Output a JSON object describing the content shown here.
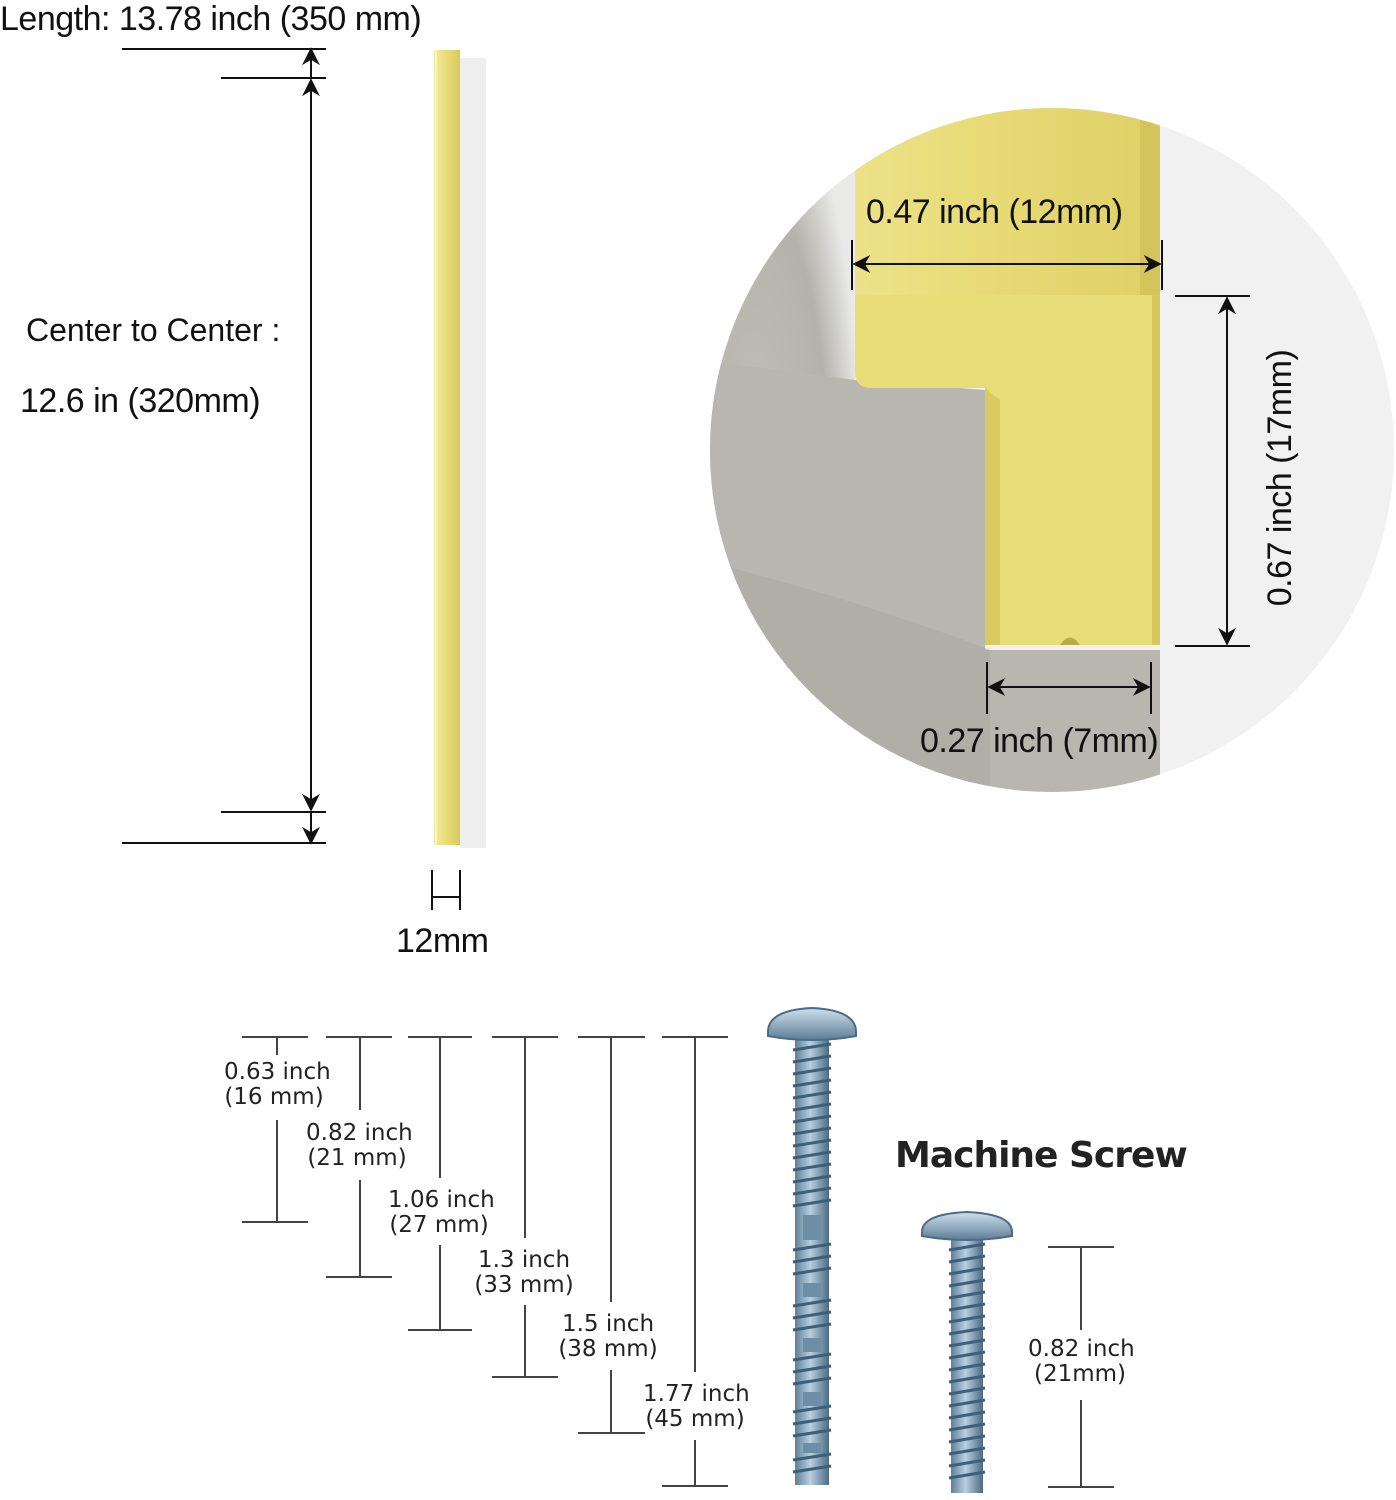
{
  "colors": {
    "brass": "#e9dc7c",
    "brass_light": "#f4ec9c",
    "brass_dark": "#c9b94e",
    "screw": "#7d9fb8",
    "screw_dark": "#4b6b84",
    "circle_bg": "#f2f2f2",
    "wall_gray": "#b9b8b2",
    "line": "#111111"
  },
  "handle_dimensions": {
    "length_label": "Length: 13.78 inch (350 mm)",
    "center_title": "Center to Center :",
    "center_value": "12.6 in (320mm)",
    "width_label": "12mm"
  },
  "profile_detail": {
    "top_width_label": "0.47 inch (12mm)",
    "height_label": "0.67 inch (17mm)",
    "bottom_width_label": "0.27 inch (7mm)"
  },
  "screw_lengths": [
    {
      "inch": "0.63 inch",
      "mm": "(16 mm)"
    },
    {
      "inch": "0.82 inch",
      "mm": "(21 mm)"
    },
    {
      "inch": "1.06 inch",
      "mm": "(27 mm)"
    },
    {
      "inch": "1.3 inch",
      "mm": "(33 mm)"
    },
    {
      "inch": "1.5 inch",
      "mm": "(38 mm)"
    },
    {
      "inch": "1.77 inch",
      "mm": "(45 mm)"
    }
  ],
  "machine_screw": {
    "title": "Machine Screw",
    "length_inch": "0.82 inch",
    "length_mm": "(21mm)"
  }
}
